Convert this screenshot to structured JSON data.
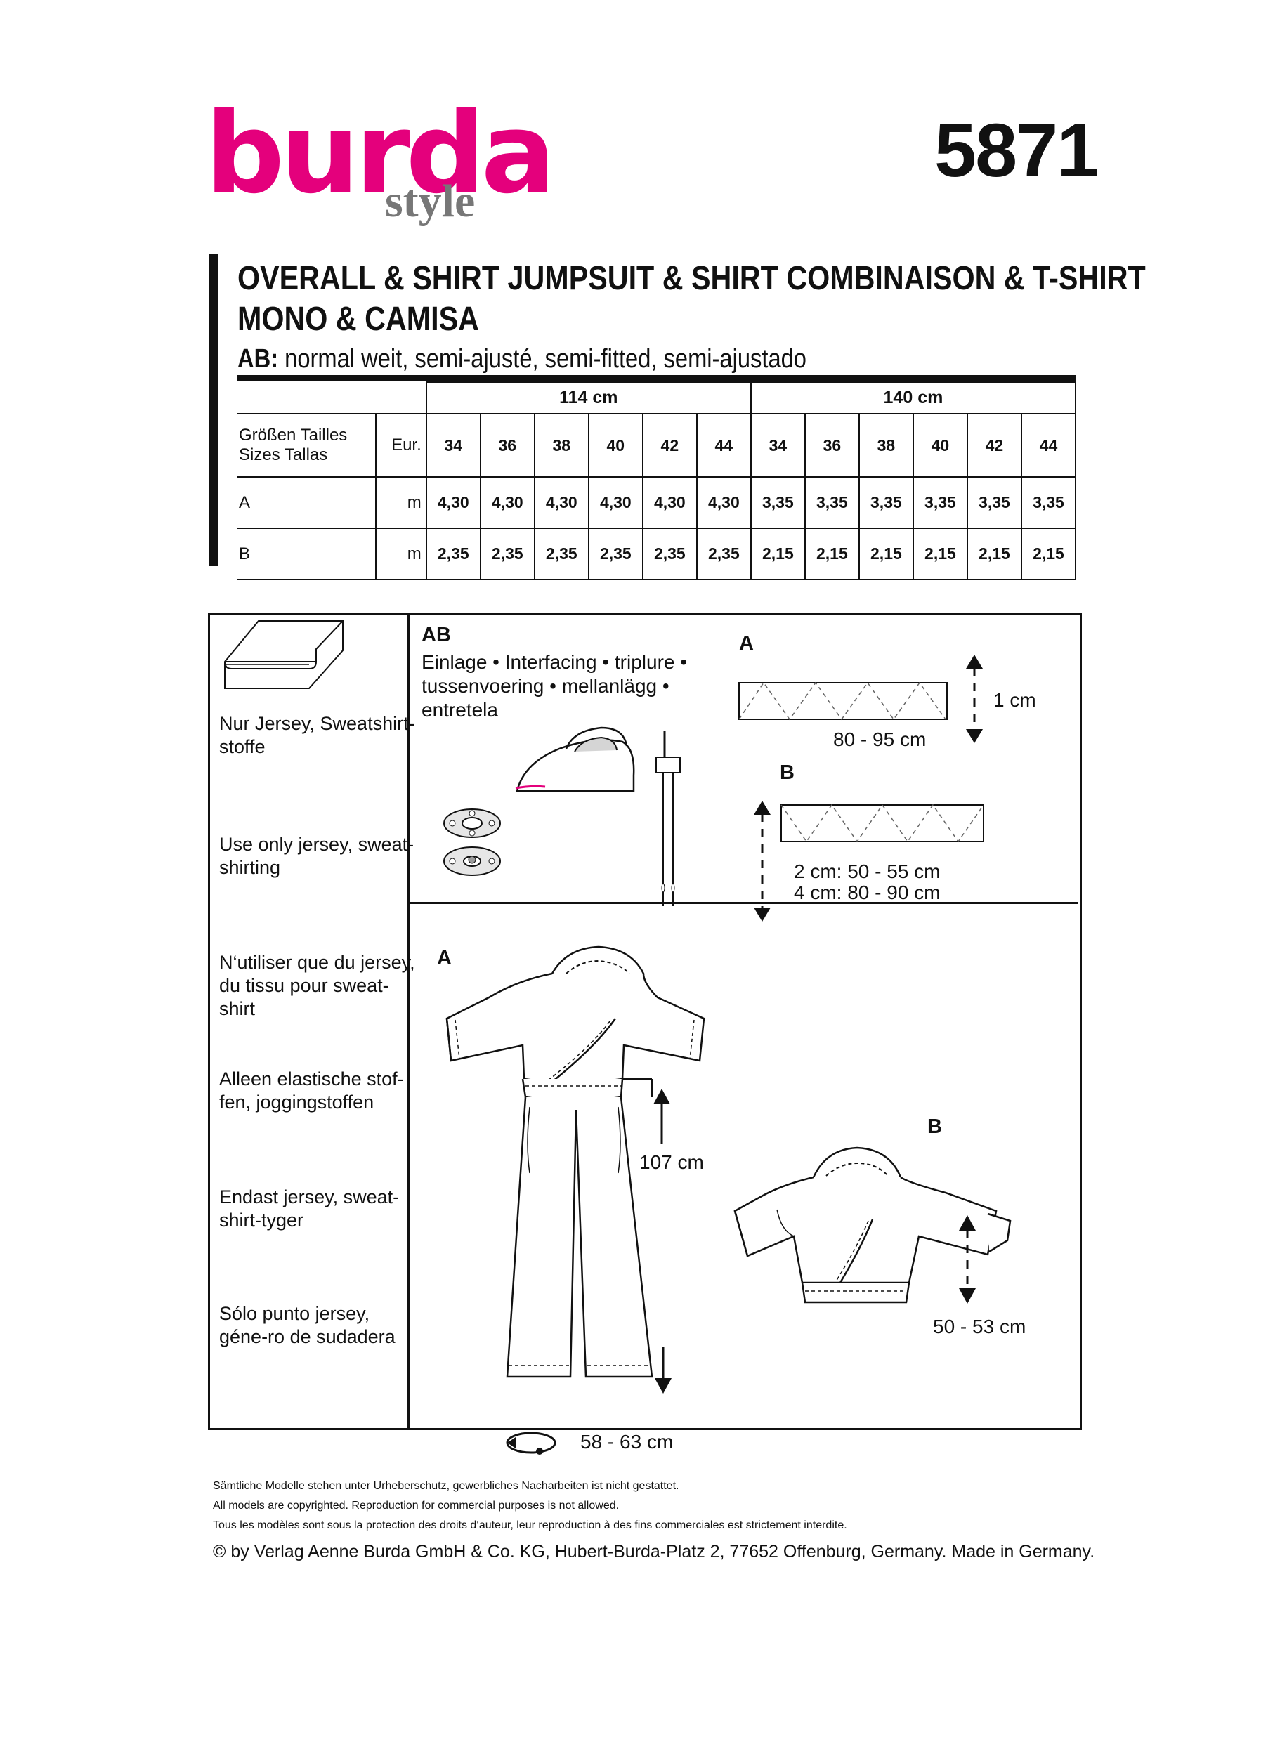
{
  "brand": {
    "name": "burda",
    "sub": "style"
  },
  "pattern_number": "5871",
  "titles": {
    "line1": "OVERALL & SHIRT   JUMPSUIT & SHIRT  COMBINAISON & T-SHIRT",
    "line2": "MONO & CAMISA"
  },
  "fit": {
    "code": "AB:",
    "text": " normal weit, semi-ajusté, semi-fitted, semi-ajustado"
  },
  "fabric_table": {
    "widths": [
      "114 cm",
      "140 cm"
    ],
    "size_labels": {
      "line1": "Größen  Tailles",
      "line2": "Sizes   Tallas"
    },
    "eur_label": "Eur.",
    "sizes": [
      "34",
      "36",
      "38",
      "40",
      "42",
      "44"
    ],
    "unit": "m",
    "rows": [
      {
        "view": "A",
        "values_114": [
          "4,30",
          "4,30",
          "4,30",
          "4,30",
          "4,30",
          "4,30"
        ],
        "values_140": [
          "3,35",
          "3,35",
          "3,35",
          "3,35",
          "3,35",
          "3,35"
        ]
      },
      {
        "view": "B",
        "values_114": [
          "2,35",
          "2,35",
          "2,35",
          "2,35",
          "2,35",
          "2,35"
        ],
        "values_140": [
          "2,15",
          "2,15",
          "2,15",
          "2,15",
          "2,15",
          "2,15"
        ]
      }
    ]
  },
  "fabric_notes": [
    "Nur Jersey, Sweatshirt-stoffe",
    "Use only jersey, sweat-shirting",
    "N‘utiliser que du jersey, du tissu pour sweat-shirt",
    "Alleen elastische stof-fen, joggingstoffen",
    "Endast jersey, sweat-shirt-tyger",
    "Sólo punto jersey, géne-ro de sudadera"
  ],
  "notions": {
    "label": "AB",
    "lines": [
      "Einlage • Interfacing • triplure •",
      "tussenvoering • mellanlägg •",
      "entretela"
    ]
  },
  "interfacing": {
    "a_label": "A",
    "a_width": "1 cm",
    "a_length": "80 - 95 cm",
    "b_label": "B",
    "b_line1": "2 cm: 50 - 55 cm",
    "b_line2": "4 cm: 80 - 90 cm"
  },
  "views": {
    "a_label": "A",
    "a_length": "107 cm",
    "a_hem": "58 - 63 cm",
    "b_label": "B",
    "b_length": "50 - 53 cm"
  },
  "footer": {
    "de": "Sämtliche Modelle stehen unter Urheberschutz, gewerbliches Nacharbeiten ist nicht gestattet.",
    "en": "All models are copyrighted. Reproduction for commercial purposes is not allowed.",
    "fr": "Tous les modèles sont sous la protection des droits d‘auteur, leur reproduction à des fins commerciales est strictement interdite.",
    "copyright": "© by Verlag Aenne Burda GmbH & Co. KG, Hubert-Burda-Platz 2, 77652 Offenburg, Germany. Made in Germany."
  },
  "colors": {
    "brand": "#e4007c",
    "style_grey": "#777777"
  }
}
